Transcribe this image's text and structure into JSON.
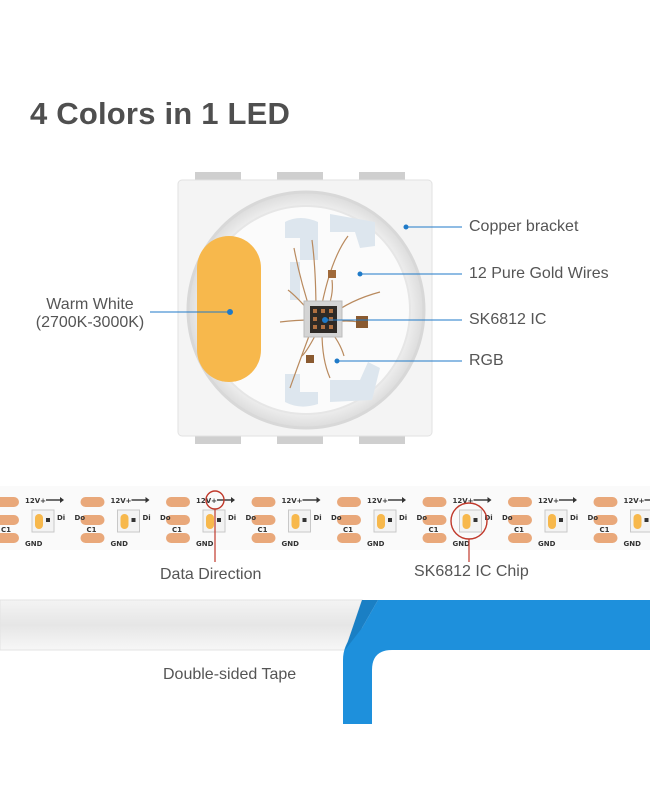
{
  "title": "4 Colors in 1 LED",
  "labels": {
    "copper_bracket": "Copper bracket",
    "gold_wires": "12 Pure Gold Wires",
    "ic": "SK6812 IC",
    "rgb": "RGB",
    "warm_white_line1": "Warm White",
    "warm_white_line2": "(2700K-3000K)",
    "data_direction": "Data Direction",
    "ic_chip": "SK6812 IC Chip",
    "tape": "Double-sided Tape"
  },
  "strip": {
    "plus": "12V+",
    "gnd": "GND",
    "di": "Di",
    "do": "Do",
    "c1": "C1"
  },
  "colors": {
    "warm_white": "#f7b84c",
    "pad": "#e9a87a",
    "tape_blue": "#1e90dc",
    "marker_red": "#c0392b",
    "pointer_blue": "#1f7ac8"
  }
}
